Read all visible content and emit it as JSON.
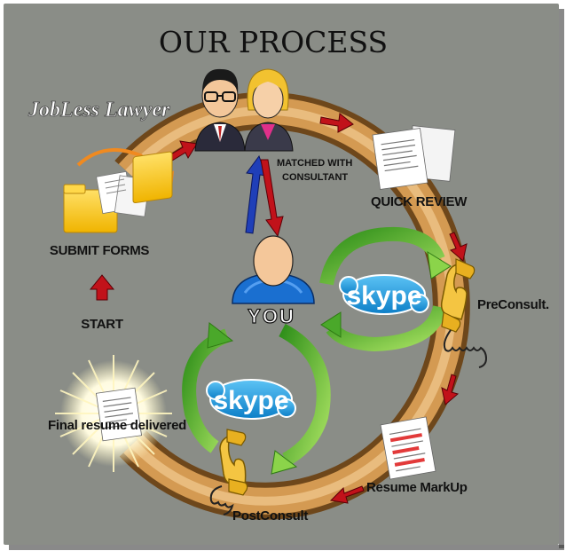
{
  "title": "OUR PROCESS",
  "logo_text": "JobLess Lawyer",
  "steps": {
    "start": "START",
    "submit_forms": "SUBMIT FORMS",
    "matched_line1": "MATCHED WITH",
    "matched_line2": "CONSULTANT",
    "quick_review": "QUICK REVIEW",
    "preconsult": "PreConsult.",
    "resume_markup": "Resume MarkUp",
    "postconsult": "PostConsult",
    "final_resume": "Final resume delivered"
  },
  "you_label": "YOU",
  "skype_label": "skype",
  "colors": {
    "background": "#8a8d87",
    "ring": "#c9904b",
    "arrow_red": "#c1121a",
    "arrow_blue": "#1f3fb8",
    "skype_blue": "#1ea0e6",
    "cycle_green": "#5bbd2f",
    "phone_yellow": "#f4c542"
  }
}
